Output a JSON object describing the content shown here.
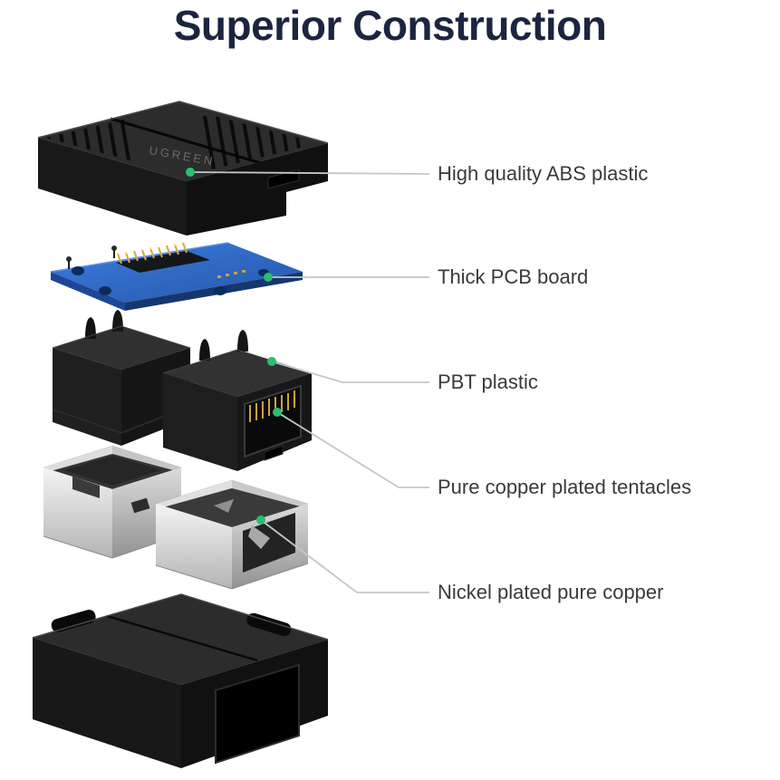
{
  "title": "Superior Construction",
  "brand": "UGREEN",
  "annotations": [
    {
      "id": "abs-plastic",
      "label": "High quality ABS plastic"
    },
    {
      "id": "pcb-board",
      "label": "Thick PCB board"
    },
    {
      "id": "pbt-plastic",
      "label": "PBT plastic"
    },
    {
      "id": "copper-contacts",
      "label": "Pure copper plated tentacles"
    },
    {
      "id": "nickel-shield",
      "label": "Nickel plated pure copper"
    }
  ],
  "colors": {
    "background": "#ffffff",
    "title_text": "#1c2540",
    "label_text": "#3a3a3a",
    "callout_dot": "#2abe6e",
    "leader_line": "#c3c7cc",
    "pcb_blue": "#2f6fd6",
    "plastic_black": "#1e1e1e",
    "metal_silver": "#cfcfcf",
    "copper_gold": "#cfa13c"
  }
}
